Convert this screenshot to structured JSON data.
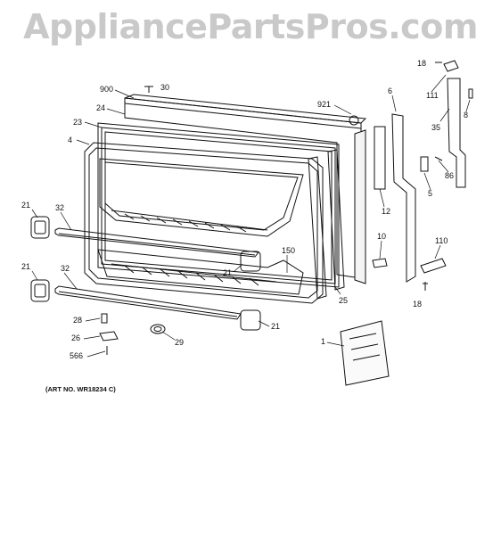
{
  "watermark": "AppliancePartsPros.com",
  "art_no": "(ART NO. WR18234 C)",
  "callouts": [
    "900",
    "30",
    "24",
    "23",
    "4",
    "921",
    "6",
    "111",
    "18",
    "35",
    "8",
    "86",
    "5",
    "12",
    "10",
    "110",
    "18",
    "21",
    "32",
    "21",
    "32",
    "21",
    "150",
    "25",
    "28",
    "26",
    "566",
    "29",
    "21",
    "1"
  ]
}
